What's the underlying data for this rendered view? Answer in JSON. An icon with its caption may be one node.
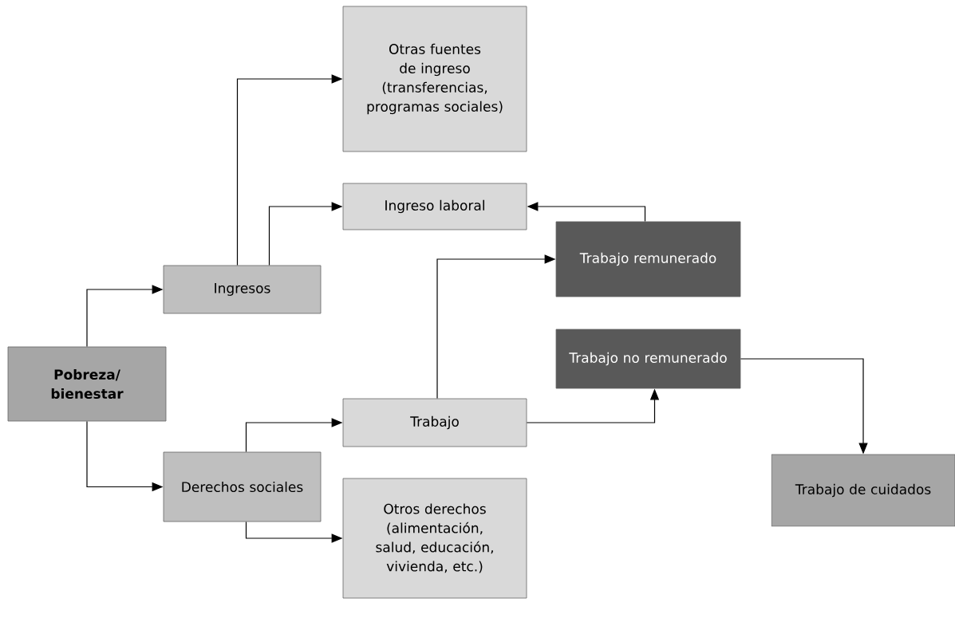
{
  "diagram": {
    "nodes": [
      {
        "text": [
          "Pobreza/ bienestar"
        ]
      },
      {
        "text": [
          "Ingresos"
        ]
      },
      {
        "text": [
          "Derechos sociales"
        ]
      },
      {
        "text": [
          "Otras fuentes de ingreso (transferencias, programas sociales)"
        ]
      },
      {
        "text": [
          "Ingreso laboral"
        ]
      },
      {
        "text": [
          "Trabajo"
        ]
      },
      {
        "text": [
          "Otros derechos (alimentación, salud, educación, vivienda, etc.)"
        ]
      },
      {
        "text": [
          "Trabajo remunerado"
        ]
      },
      {
        "text": [
          "Trabajo no remunerado"
        ]
      },
      {
        "text": [
          "Trabajo de cuidados"
        ]
      }
    ],
    "edges": [
      {
        "from": 0,
        "to": 1,
        "arrow": "to"
      },
      {
        "from": 0,
        "to": 2,
        "arrow": "to"
      },
      {
        "from": 1,
        "to": 3,
        "arrow": "to"
      },
      {
        "from": 1,
        "to": 4,
        "arrow": "to"
      },
      {
        "from": 2,
        "to": 5,
        "arrow": "to"
      },
      {
        "from": 2,
        "to": 6,
        "arrow": "to"
      },
      {
        "from": 5,
        "to": 7,
        "arrow": "to"
      },
      {
        "from": 5,
        "to": 8,
        "arrow": "to"
      },
      {
        "from": 7,
        "to": 4,
        "arrow": "to"
      },
      {
        "from": 8,
        "to": 9,
        "arrow": "to"
      }
    ]
  }
}
